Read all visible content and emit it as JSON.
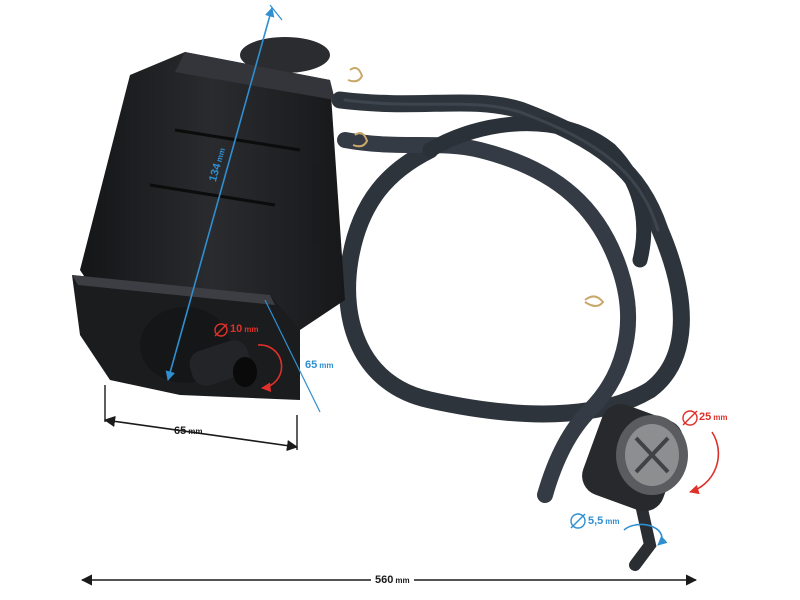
{
  "dimensions": {
    "height": {
      "value": "134",
      "unit": "mm"
    },
    "width": {
      "value": "65",
      "unit": "mm"
    },
    "depth": {
      "value": "65",
      "unit": "mm"
    },
    "length": {
      "value": "560",
      "unit": "mm"
    },
    "port_small": {
      "value": "10",
      "unit": "mm"
    },
    "port_large": {
      "value": "25",
      "unit": "mm"
    },
    "tube": {
      "value": "5,5",
      "unit": "mm"
    }
  },
  "colors": {
    "body": "#1e1f22",
    "hose": "#2e343c",
    "blue": "#2f8fd0",
    "red": "#e0302a",
    "dark": "#1a1a1a"
  }
}
